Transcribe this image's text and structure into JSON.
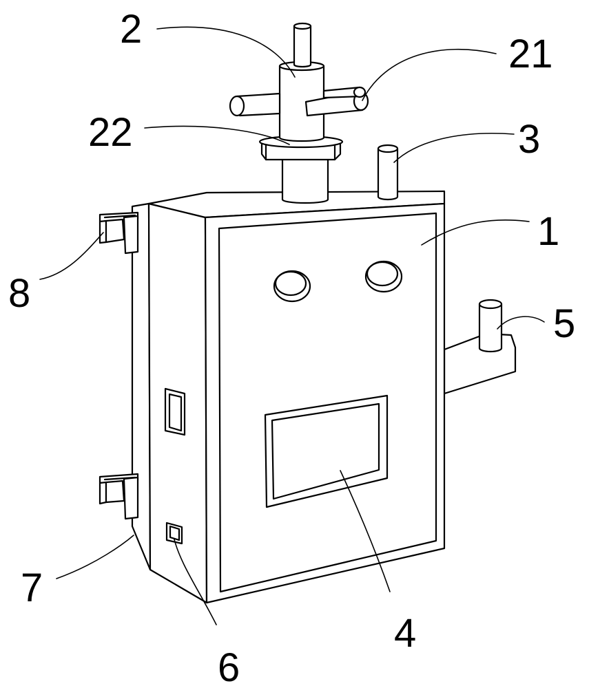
{
  "labels": {
    "l1": "1",
    "l2": "2",
    "l21": "21",
    "l22": "22",
    "l3": "3",
    "l4": "4",
    "l5": "5",
    "l6": "6",
    "l7": "7",
    "l8": "8"
  }
}
